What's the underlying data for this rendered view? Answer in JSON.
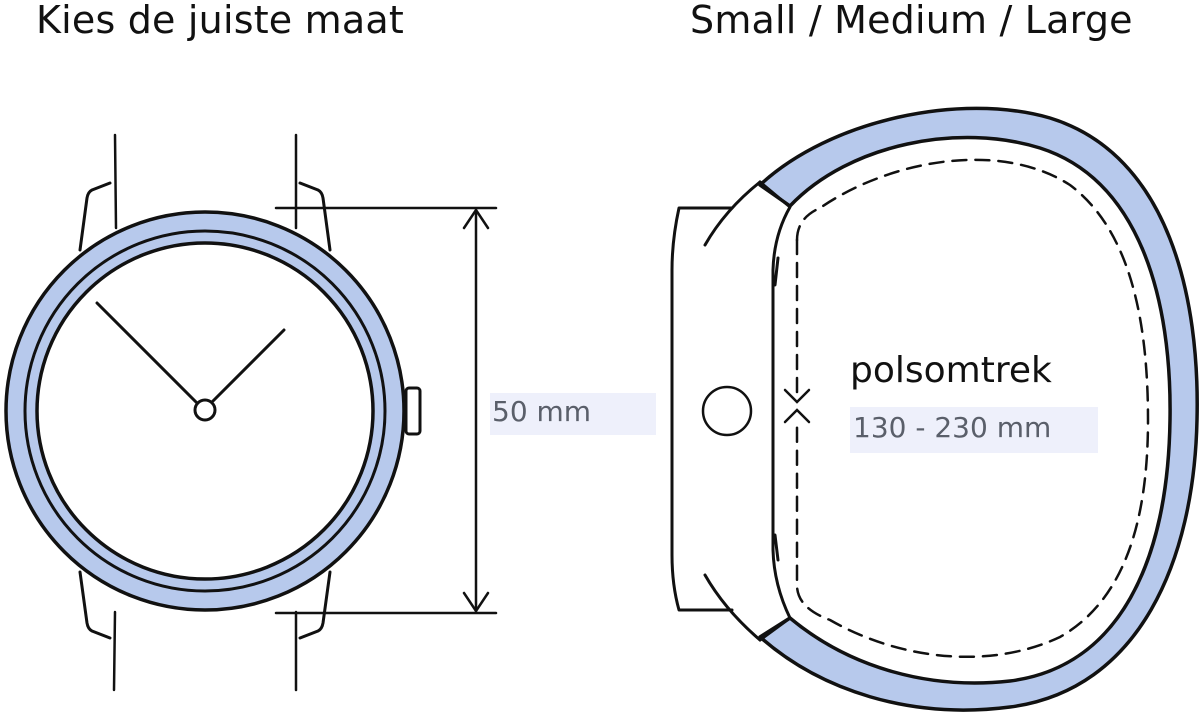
{
  "header": {
    "left_title": "Kies de juiste maat",
    "right_title": "Small / Medium / Large"
  },
  "watch_front": {
    "case_diameter_label": "50 mm",
    "icons": [
      "watch-face-icon",
      "crown-icon",
      "dimension-arrow-icon"
    ]
  },
  "wrist_side": {
    "measurement_name": "polsomtrek",
    "measurement_range": "130 - 230 mm",
    "icons": [
      "watch-side-icon",
      "strap-loop-icon",
      "circumference-arrow-icon"
    ]
  },
  "colors": {
    "accent_fill": "#b7c9ec",
    "stroke": "#111111",
    "label_badge_bg": "#eef0fb",
    "label_text": "#5a5f6a",
    "title_text": "#111111"
  }
}
